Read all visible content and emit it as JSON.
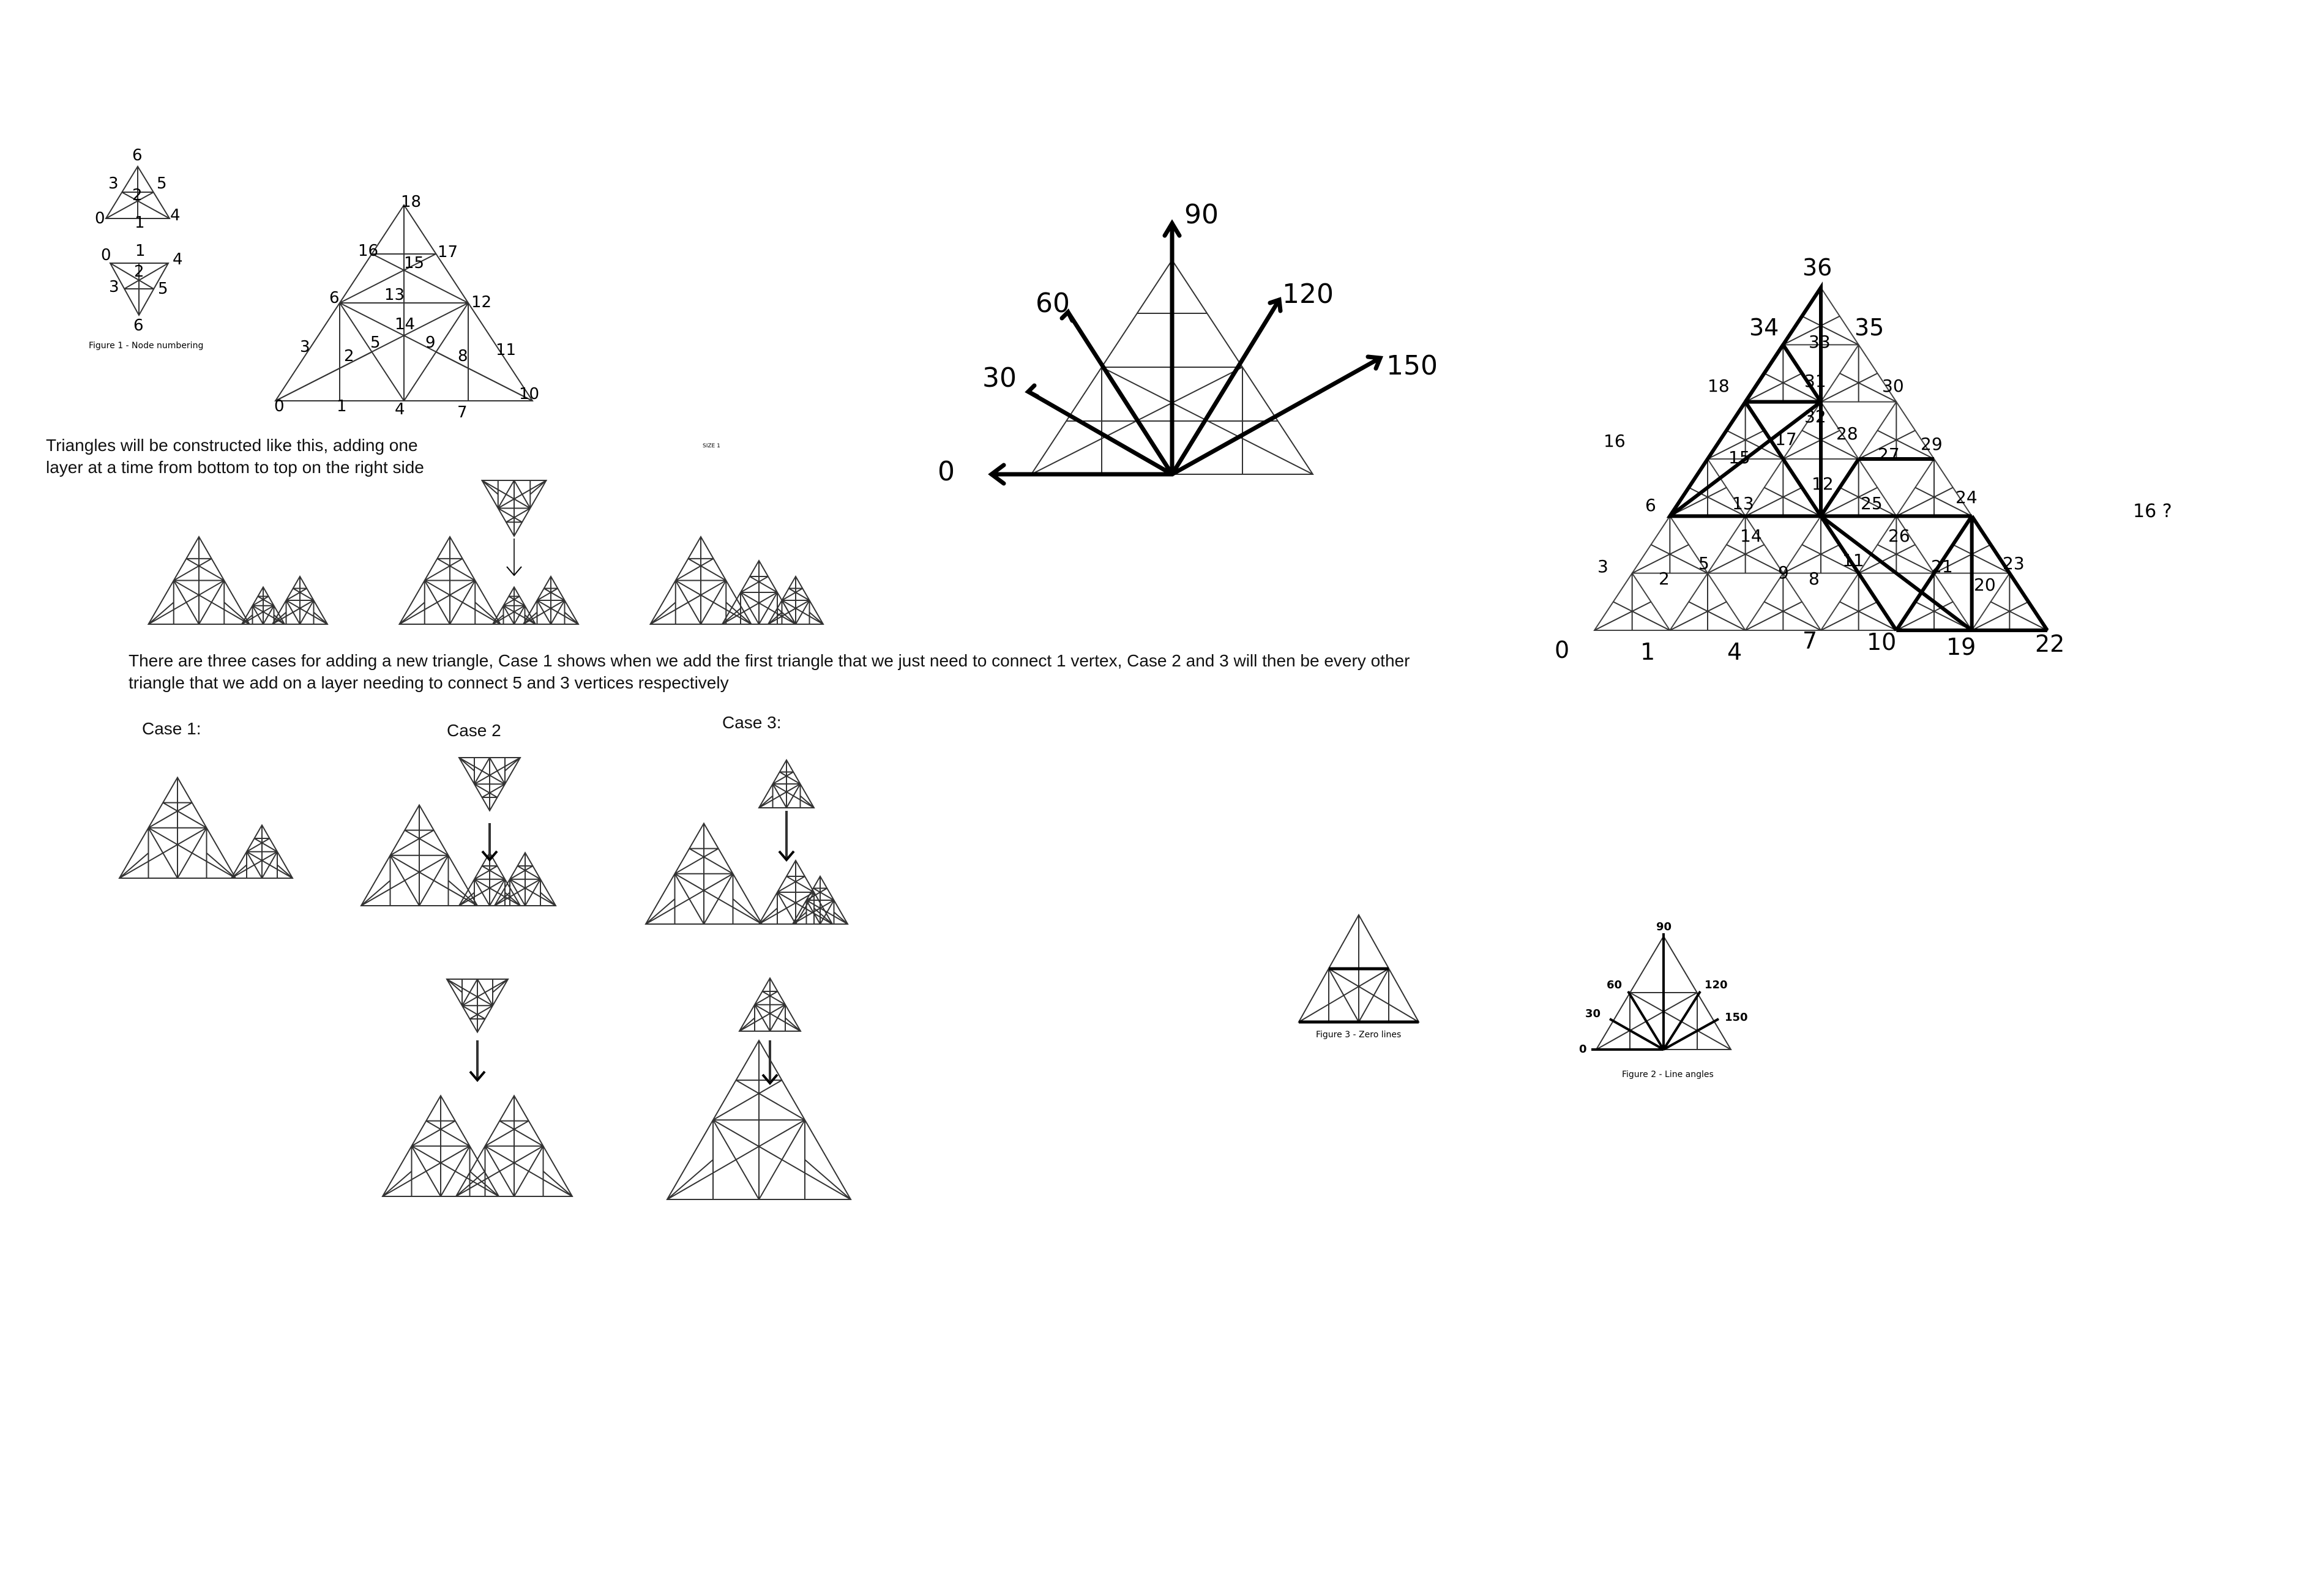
{
  "texts": {
    "construct_note": "Triangles will be constructed like this, adding one layer at a time from bottom to top on the right side",
    "size_tag": "SIZE 1",
    "cases_note": "There are three cases for adding a new triangle, Case 1 shows when we add the first triangle that we just need to connect 1 vertex, Case 2 and 3 will then be every other triangle that we add on a layer needing to connect 5 and 3 vertices respectively",
    "case1": "Case 1:",
    "case2": "Case 2",
    "case3": "Case 3:",
    "fig1_caption": "Figure 1 - Node numbering",
    "fig2_caption": "Figure 2 - Line angles",
    "fig3_caption": "Figure 3 - Zero lines",
    "stray_mark": "16 ?"
  },
  "small_up": {
    "top": "6",
    "left_mid": "3",
    "right_mid": "5",
    "center": "2",
    "bottom_left": "0",
    "bottom_mid": "1",
    "bottom_right": "4"
  },
  "small_down": {
    "top_left": "0",
    "top_mid": "1",
    "top_right": "4",
    "center": "2",
    "left_mid": "3",
    "right_mid": "5",
    "bottom": "6"
  },
  "fig1_labels": [
    "0",
    "1",
    "4",
    "7",
    "10",
    "3",
    "2",
    "5",
    "9",
    "8",
    "11",
    "6",
    "13",
    "14",
    "12",
    "16",
    "15",
    "17",
    "18"
  ],
  "angle_labels": [
    "0",
    "30",
    "60",
    "90",
    "120",
    "150"
  ],
  "fig2_labels": [
    "90",
    "60",
    "120",
    "30",
    "150",
    "0"
  ],
  "big_labels": [
    "0",
    "1",
    "4",
    "7",
    "10",
    "19",
    "22",
    "3",
    "2",
    "5",
    "9",
    "8",
    "11",
    "21",
    "20",
    "23",
    "6",
    "13",
    "14",
    "12",
    "25",
    "26",
    "24",
    "16",
    "15",
    "17",
    "28",
    "27",
    "29",
    "18",
    "31",
    "32",
    "30",
    "34",
    "33",
    "35",
    "36"
  ]
}
